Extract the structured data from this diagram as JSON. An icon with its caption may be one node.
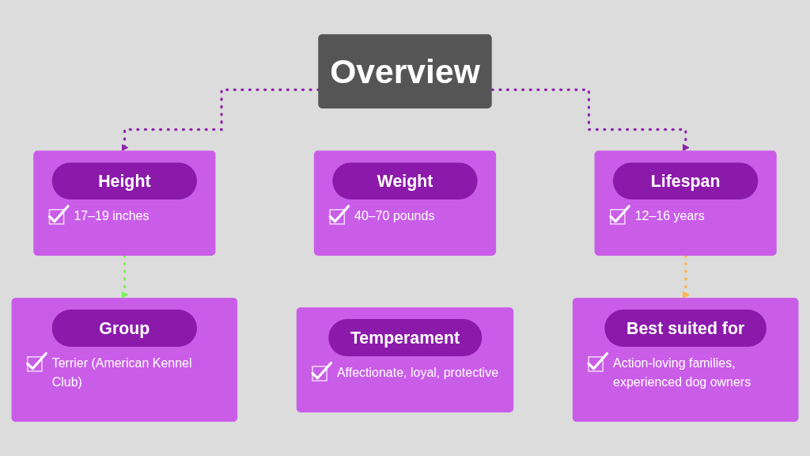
{
  "diagram": {
    "nodes": [
      {
        "text": [
          "Overview"
        ]
      },
      {
        "text": [
          "Height",
          "17–19 inches"
        ]
      },
      {
        "text": [
          "Weight",
          "40–70 pounds"
        ]
      },
      {
        "text": [
          "Lifespan",
          "12–16 years"
        ]
      },
      {
        "text": [
          "Group",
          "Terrier (American Kennel Club)"
        ]
      },
      {
        "text": [
          "Temperament",
          "Affectionate, loyal, protective"
        ]
      },
      {
        "text": [
          "Best suited for",
          "Action-loving families, experienced dog owners"
        ]
      }
    ],
    "edges": [
      {
        "from": 0,
        "to": 1,
        "arrow": "to",
        "style": "dashed"
      },
      {
        "from": 0,
        "to": 3,
        "arrow": "to",
        "style": "dashed"
      },
      {
        "from": 1,
        "to": 4,
        "arrow": "to",
        "style": "dashed",
        "color": "#7cf25a"
      },
      {
        "from": 3,
        "to": 6,
        "arrow": "to",
        "style": "dashed",
        "color": "#ffb547"
      }
    ]
  }
}
